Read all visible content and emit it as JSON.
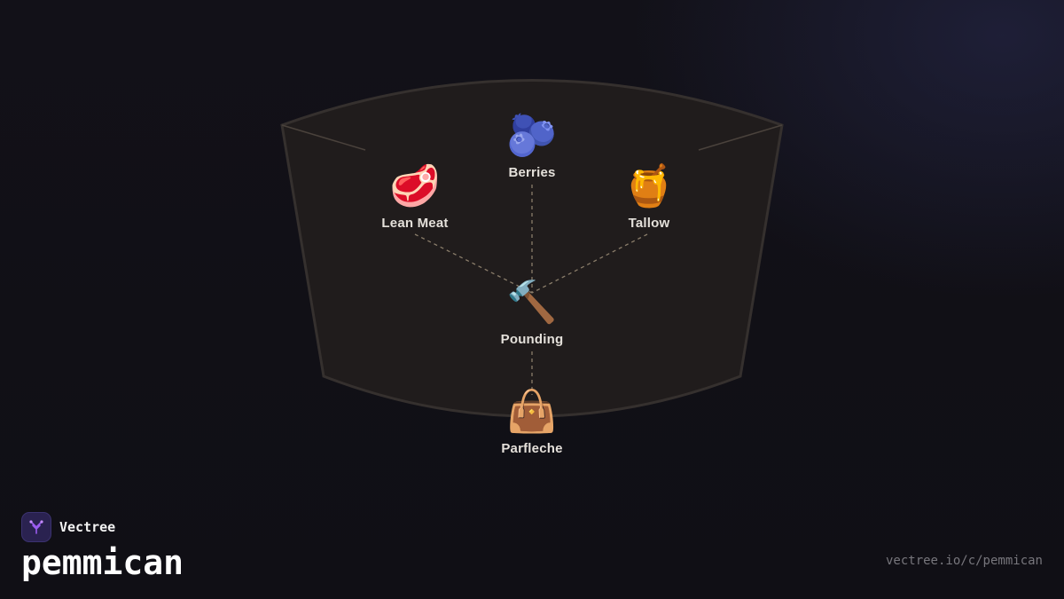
{
  "diagram": {
    "nodes": [
      {
        "id": "berries",
        "label": "Berries",
        "icon": "blueberries-icon",
        "glyph": "🫐"
      },
      {
        "id": "lean-meat",
        "label": "Lean Meat",
        "icon": "meat-icon",
        "glyph": "🥩"
      },
      {
        "id": "tallow",
        "label": "Tallow",
        "icon": "honey-pot-icon",
        "glyph": "🍯"
      },
      {
        "id": "pounding",
        "label": "Pounding",
        "icon": "hammer-icon",
        "glyph": "🔨"
      },
      {
        "id": "parfleche",
        "label": "Parfleche",
        "icon": "handbag-icon",
        "glyph": "👜"
      }
    ],
    "edges": [
      {
        "from": "lean-meat",
        "to": "pounding"
      },
      {
        "from": "berries",
        "to": "pounding"
      },
      {
        "from": "tallow",
        "to": "pounding"
      },
      {
        "from": "pounding",
        "to": "parfleche"
      }
    ],
    "colors": {
      "bowl_fill": "#201c1c",
      "bowl_stroke": "#35302e",
      "edge": "#8a7d6a",
      "label": "#e4e0da"
    }
  },
  "brand": {
    "name": "Vectree",
    "logo_icon": "vectree-tree-icon",
    "accent": "#9b5cf0"
  },
  "title": "pemmican",
  "url": "vectree.io/c/pemmican"
}
